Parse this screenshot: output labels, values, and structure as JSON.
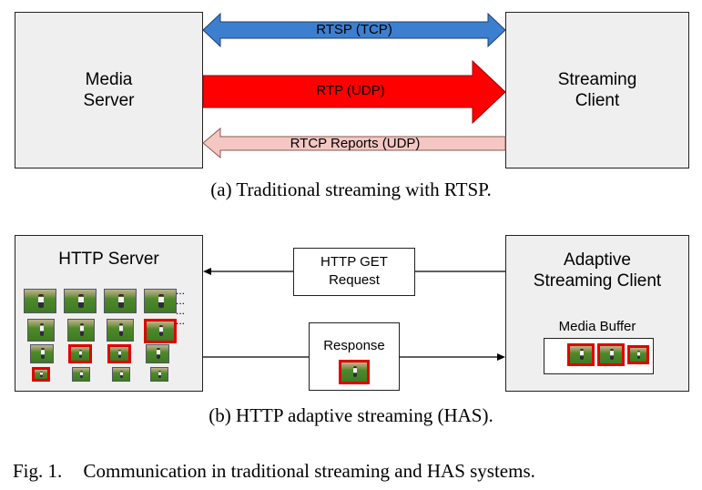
{
  "part_a": {
    "media_server": "Media\nServer",
    "streaming_client": "Streaming\nClient",
    "arrow_rtsp": "RTSP (TCP)",
    "arrow_rtp": "RTP (UDP)",
    "arrow_rtcp": "RTCP Reports (UDP)",
    "caption": "(a) Traditional streaming with RTSP.",
    "colors": {
      "rtsp": "#3d7fcf",
      "rtp": "#ff0000",
      "rtcp": "#f4c7c3"
    }
  },
  "part_b": {
    "http_server": "HTTP Server",
    "adaptive_client": "Adaptive\nStreaming Client",
    "get_request": "HTTP GET\nRequest",
    "response": "Response",
    "media_buffer": "Media Buffer",
    "ellipsis": "...",
    "caption": "(b) HTTP adaptive streaming (HAS).",
    "colors": {
      "highlight": "#e00000",
      "grass": "#4e8a2a"
    }
  },
  "figure_caption": {
    "number": "Fig. 1.",
    "text": "Communication in traditional streaming and HAS systems."
  }
}
